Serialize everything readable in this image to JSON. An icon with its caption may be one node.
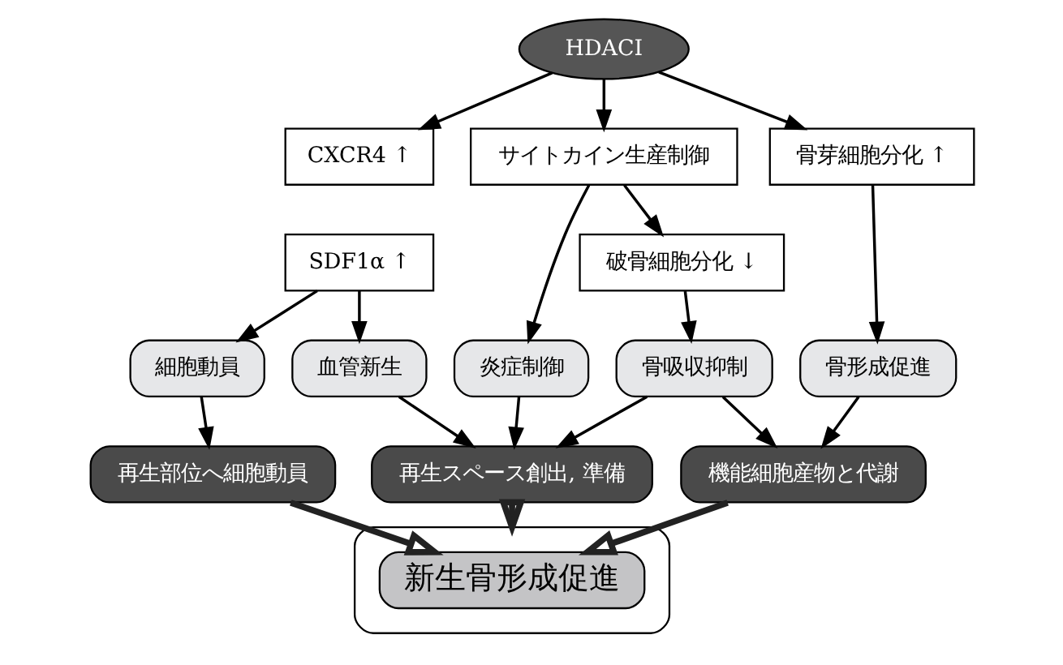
{
  "diagram": {
    "nodes": [
      {
        "text": [
          "HDACI"
        ]
      },
      {
        "text": [
          "CXCR4 ↑"
        ]
      },
      {
        "text": [
          "SDF1α ↑"
        ]
      },
      {
        "text": [
          "サイトカイン生産制御"
        ]
      },
      {
        "text": [
          "骨芽細胞分化 ↑"
        ]
      },
      {
        "text": [
          "破骨細胞分化 ↓"
        ]
      },
      {
        "text": [
          "細胞動員"
        ]
      },
      {
        "text": [
          "血管新生"
        ]
      },
      {
        "text": [
          "炎症制御"
        ]
      },
      {
        "text": [
          "骨吸収抑制"
        ]
      },
      {
        "text": [
          "骨形成促進"
        ]
      },
      {
        "text": [
          "再生部位へ細胞動員"
        ]
      },
      {
        "text": [
          "再生スペース創出, 準備"
        ]
      },
      {
        "text": [
          "機能細胞産物と代謝"
        ]
      },
      {
        "text": [],
        "shape": "box"
      },
      {
        "text": [
          "新生骨形成促進"
        ],
        "in": 14
      }
    ],
    "edges": [
      {
        "from": 0,
        "to": 1,
        "arrow": "to"
      },
      {
        "from": 0,
        "to": 3,
        "arrow": "to"
      },
      {
        "from": 0,
        "to": 4,
        "arrow": "to"
      },
      {
        "from": 3,
        "to": 5,
        "arrow": "to"
      },
      {
        "from": 2,
        "to": 6,
        "arrow": "to"
      },
      {
        "from": 2,
        "to": 7,
        "arrow": "to"
      },
      {
        "from": 3,
        "to": 8,
        "arrow": "to"
      },
      {
        "from": 5,
        "to": 9,
        "arrow": "to"
      },
      {
        "from": 4,
        "to": 10,
        "arrow": "to"
      },
      {
        "from": 6,
        "to": 11,
        "arrow": "to"
      },
      {
        "from": 7,
        "to": 12,
        "arrow": "to"
      },
      {
        "from": 8,
        "to": 12,
        "arrow": "to"
      },
      {
        "from": 9,
        "to": 12,
        "arrow": "to"
      },
      {
        "from": 9,
        "to": 13,
        "arrow": "to"
      },
      {
        "from": 10,
        "to": 13,
        "arrow": "to"
      },
      {
        "from": 11,
        "to": 15,
        "arrow": "to",
        "style": "thick"
      },
      {
        "from": 12,
        "to": 14,
        "arrow": "to",
        "style": "thick"
      },
      {
        "from": 13,
        "to": 15,
        "arrow": "to",
        "style": "thick"
      }
    ]
  }
}
